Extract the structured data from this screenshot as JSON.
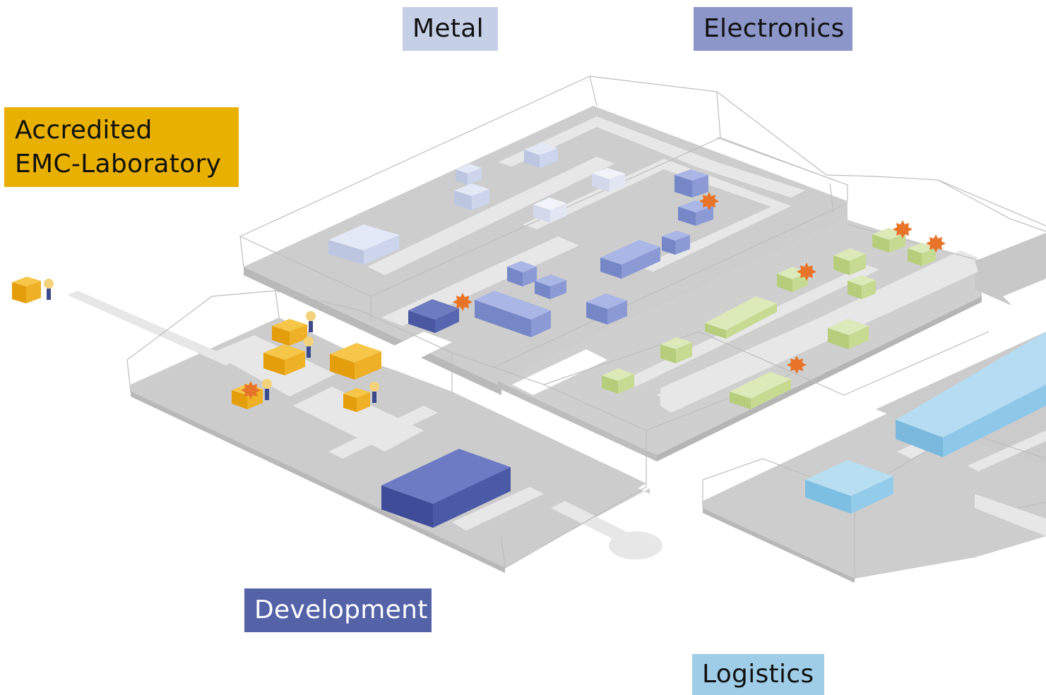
{
  "labels": {
    "metal": "Metal",
    "electronics": "Electronics",
    "emc_line1": "Accredited",
    "emc_line2": "EMC-Laboratory",
    "development": "Development",
    "logistics": "Logistics"
  },
  "colors": {
    "metal": "#c5cfe6",
    "electronics": "#8c96c8",
    "emc": "#e8b000",
    "development": "#5462a8",
    "logistics": "#9fcde8",
    "metal_blocks": "#cdd6ef",
    "electronics_blocks": "#7f90cf",
    "development_block": "#4a5aa6",
    "production_blocks": "#c6dc94",
    "emc_blocks": "#eaa514",
    "logistics_blocks": "#8ccbe8",
    "machine_markers": "#e8742a",
    "floor": "#cdcdcd",
    "aisle": "#e7e7e7"
  },
  "icons": [
    "machine-gear-icon",
    "worker-icon"
  ]
}
